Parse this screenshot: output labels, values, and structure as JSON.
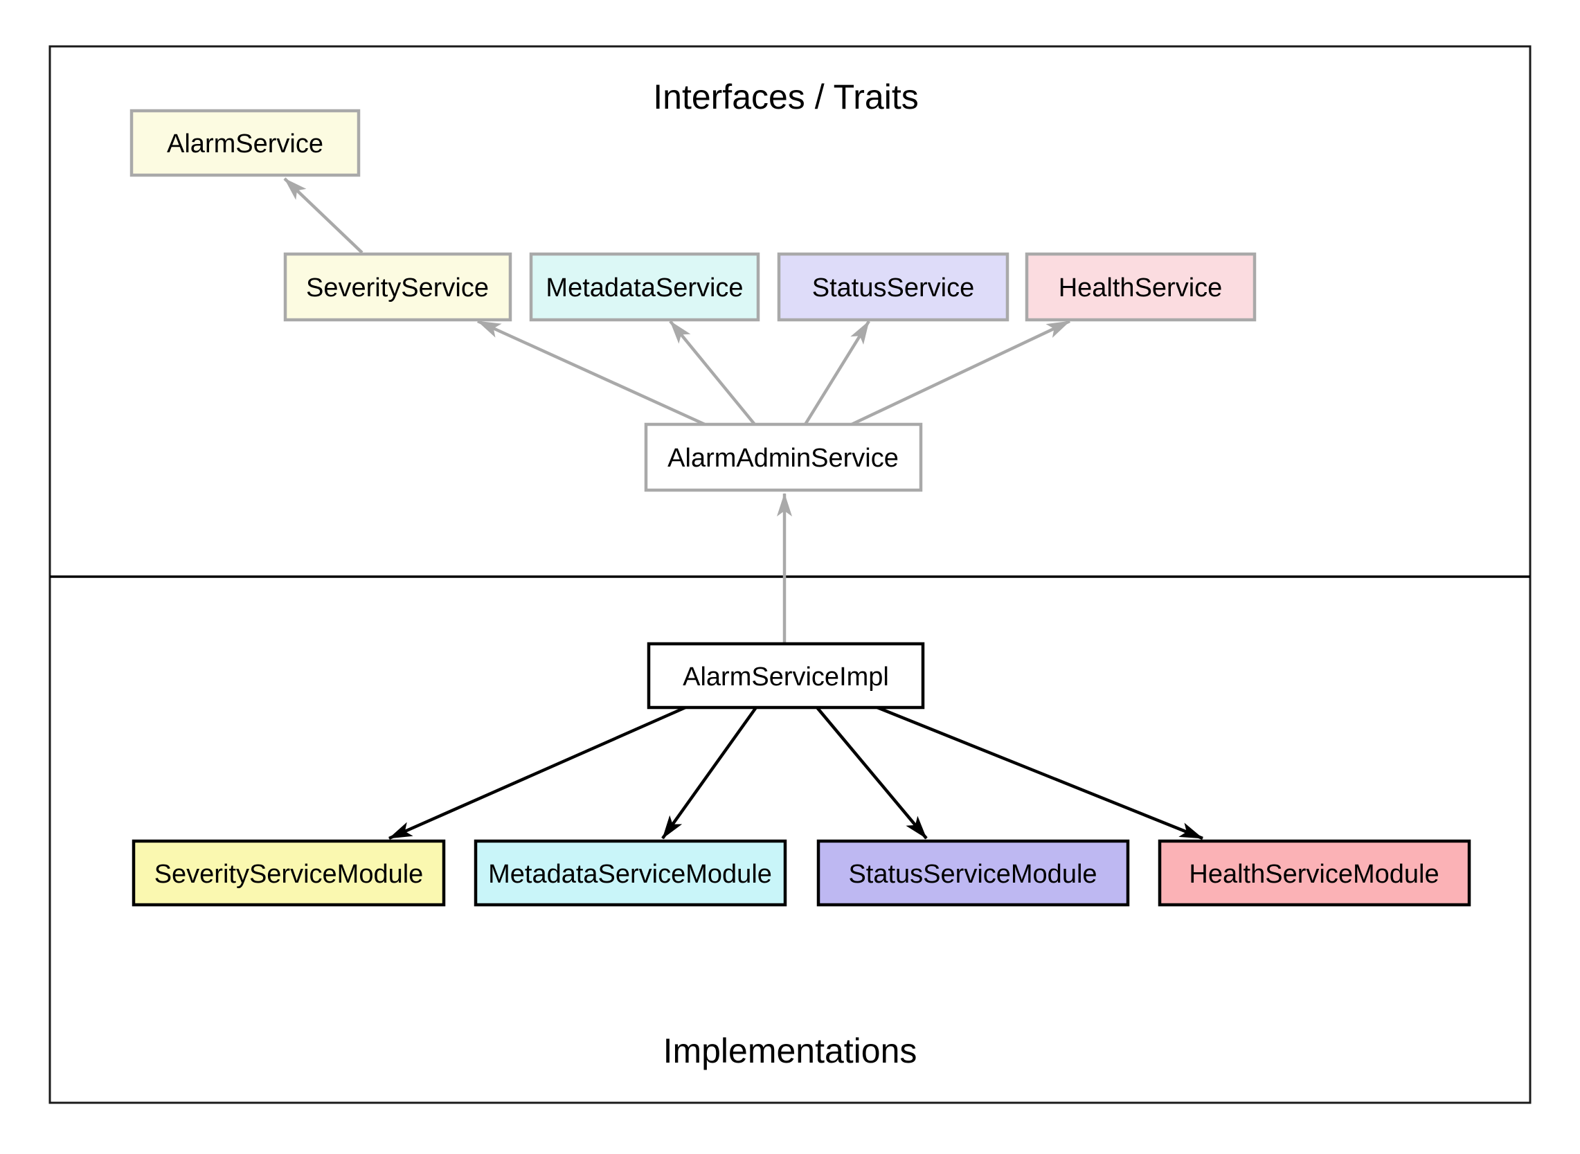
{
  "diagram": {
    "sections": {
      "interfaces": {
        "title": "Interfaces / Traits"
      },
      "implementations": {
        "title": "Implementations"
      }
    },
    "colors": {
      "edge_faded": "#A9A9A9",
      "edge_strong": "#000000",
      "frame": "#1A1A1A"
    },
    "nodes": {
      "alarm_service": {
        "label": "AlarmService",
        "fill": "#FCFBE1",
        "stroke": "#A9A9A9"
      },
      "severity_service": {
        "label": "SeverityService",
        "fill": "#FCFBE1",
        "stroke": "#A9A9A9"
      },
      "metadata_service": {
        "label": "MetadataService",
        "fill": "#DCF8F6",
        "stroke": "#A9A9A9"
      },
      "status_service": {
        "label": "StatusService",
        "fill": "#DEDCF9",
        "stroke": "#A9A9A9"
      },
      "health_service": {
        "label": "HealthService",
        "fill": "#FBDCE0",
        "stroke": "#A9A9A9"
      },
      "alarm_admin_service": {
        "label": "AlarmAdminService",
        "fill": "#FFFFFF",
        "stroke": "#A9A9A9"
      },
      "alarm_service_impl": {
        "label": "AlarmServiceImpl",
        "fill": "#FFFFFF",
        "stroke": "#000000"
      },
      "severity_service_module": {
        "label": "SeverityServiceModule",
        "fill": "#FAF8B0",
        "stroke": "#000000"
      },
      "metadata_service_module": {
        "label": "MetadataServiceModule",
        "fill": "#C9F5F9",
        "stroke": "#000000"
      },
      "status_service_module": {
        "label": "StatusServiceModule",
        "fill": "#BEB8F2",
        "stroke": "#000000"
      },
      "health_service_module": {
        "label": "HealthServiceModule",
        "fill": "#FBB2B6",
        "stroke": "#000000"
      }
    },
    "edges": [
      {
        "from": "SeverityService",
        "to": "AlarmService",
        "style": "faded"
      },
      {
        "from": "AlarmAdminService",
        "to": "SeverityService",
        "style": "faded"
      },
      {
        "from": "AlarmAdminService",
        "to": "MetadataService",
        "style": "faded"
      },
      {
        "from": "AlarmAdminService",
        "to": "StatusService",
        "style": "faded"
      },
      {
        "from": "AlarmAdminService",
        "to": "HealthService",
        "style": "faded"
      },
      {
        "from": "AlarmServiceImpl",
        "to": "AlarmAdminService",
        "style": "faded"
      },
      {
        "from": "AlarmServiceImpl",
        "to": "SeverityServiceModule",
        "style": "strong"
      },
      {
        "from": "AlarmServiceImpl",
        "to": "MetadataServiceModule",
        "style": "strong"
      },
      {
        "from": "AlarmServiceImpl",
        "to": "StatusServiceModule",
        "style": "strong"
      },
      {
        "from": "AlarmServiceImpl",
        "to": "HealthServiceModule",
        "style": "strong"
      }
    ]
  }
}
